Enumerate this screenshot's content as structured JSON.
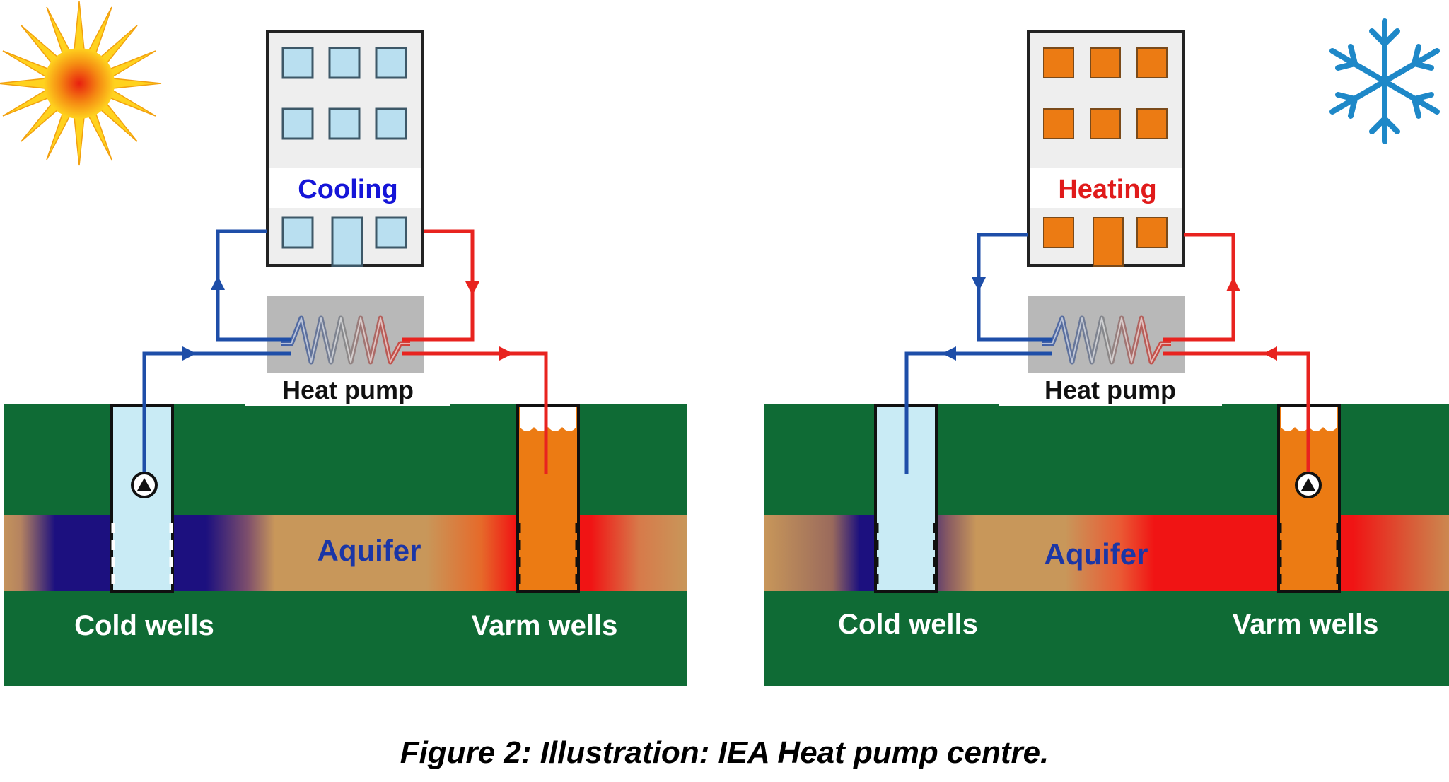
{
  "caption": "Figure 2:  Illustration: IEA Heat pump centre.",
  "colors": {
    "ground": "#0f6b35",
    "aquifer": "#c8975a",
    "cold_flow": "#1e4ea8",
    "warm_flow": "#e8231f",
    "cold_water": "#c9ebf5",
    "warm_water": "#ec7b13",
    "cold_zone": "#1c107f",
    "warm_zone": "#f01414",
    "cooling_text": "#1515d8",
    "heating_text": "#e01b1b",
    "aquifer_text": "#1b36a6"
  },
  "panels": [
    {
      "mode": "Cooling",
      "weather_icon": "sun-icon",
      "heat_pump_label": "Heat pump",
      "aquifer_label": "Aquifer",
      "cold_wells_label": "Cold wells",
      "warm_wells_label": "Varm wells"
    },
    {
      "mode": "Heating",
      "weather_icon": "snowflake-icon",
      "heat_pump_label": "Heat pump",
      "aquifer_label": "Aquifer",
      "cold_wells_label": "Cold wells",
      "warm_wells_label": "Varm wells"
    }
  ]
}
